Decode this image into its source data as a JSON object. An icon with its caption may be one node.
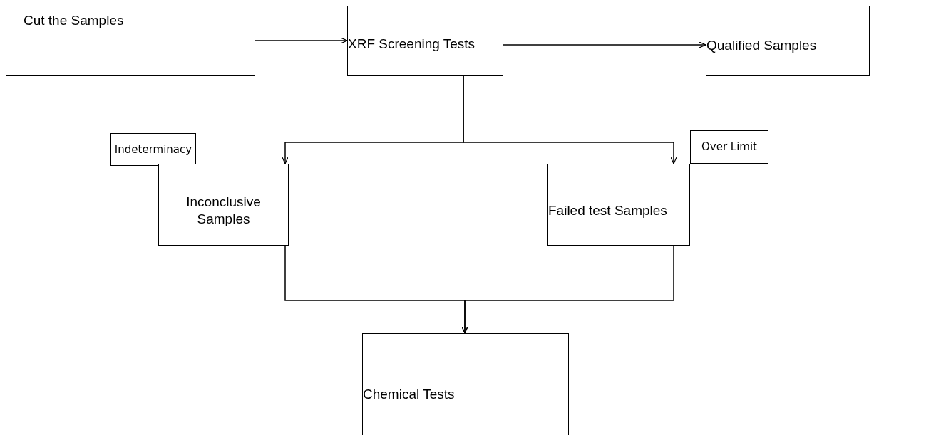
{
  "diagram": {
    "nodes": [
      {
        "text": [
          "Cut the Samples"
        ]
      },
      {
        "text": [
          "XRF Screening Tests"
        ]
      },
      {
        "text": [
          "Qualified Samples"
        ]
      },
      {
        "text": [
          "Indeterminacy"
        ]
      },
      {
        "text": [
          "Over Limit"
        ]
      },
      {
        "text": [
          "Inconclusive Samples"
        ]
      },
      {
        "text": [
          "Failed test Samples"
        ]
      },
      {
        "text": [
          "Chemical Tests"
        ]
      }
    ],
    "edges": [
      {
        "from": 0,
        "to": 1,
        "arrow": "to"
      },
      {
        "from": 1,
        "to": 2,
        "arrow": "to"
      },
      {
        "from": 1,
        "to": 5,
        "arrow": "to"
      },
      {
        "from": 1,
        "to": 6,
        "arrow": "to"
      },
      {
        "from": 5,
        "to": 7,
        "arrow": "to"
      },
      {
        "from": 6,
        "to": 7,
        "arrow": "to"
      }
    ]
  }
}
